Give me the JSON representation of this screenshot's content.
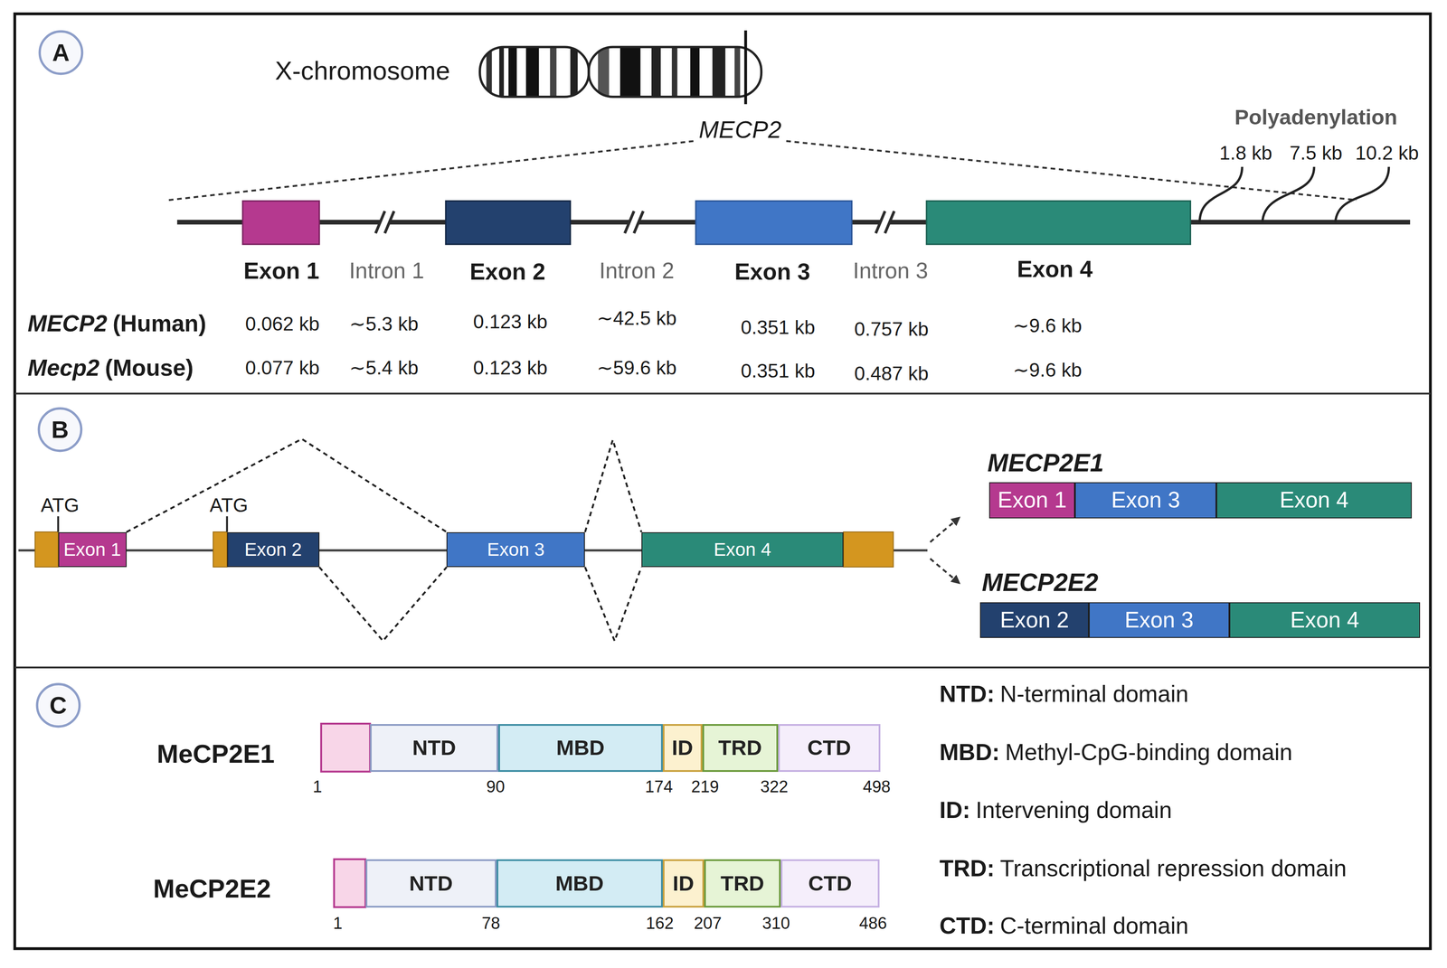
{
  "diagram": {
    "nodes": [
      {
        "text": [
          "A"
        ]
      },
      {
        "text": [
          "B"
        ]
      },
      {
        "text": [
          "Exon 1"
        ]
      },
      {
        "text": [
          "Exon 2"
        ]
      },
      {
        "text": [
          "Exon 3"
        ]
      },
      {
        "text": [
          "Exon 4"
        ]
      },
      {
        "text": [
          "Exon 1"
        ]
      },
      {
        "text": [
          "Exon 3"
        ]
      },
      {
        "text": [
          "Exon 4"
        ]
      },
      {
        "text": [
          "Exon 2"
        ]
      },
      {
        "text": [
          "Exon 3"
        ]
      },
      {
        "text": [
          "Exon 4"
        ]
      },
      {
        "text": [
          "C"
        ]
      },
      {
        "text": [
          "NTD"
        ]
      },
      {
        "text": [
          "MBD"
        ]
      },
      {
        "text": [
          "ID"
        ]
      },
      {
        "text": [
          "TRD"
        ]
      },
      {
        "text": [
          "CTD"
        ]
      },
      {
        "text": [
          "NTD"
        ]
      },
      {
        "text": [
          "MBD"
        ]
      },
      {
        "text": [
          "ID"
        ]
      },
      {
        "text": [
          "TRD"
        ]
      },
      {
        "text": [
          "CTD"
        ]
      }
    ],
    "edges": [
      {
        "from": 2,
        "to": 4,
        "arrow": "none"
      },
      {
        "from": 3,
        "to": 4,
        "arrow": "none"
      },
      {
        "from": 4,
        "to": 5,
        "arrow": "none"
      },
      {
        "from": 4,
        "to": 5,
        "arrow": "none"
      }
    ],
    "labels": [
      "X-chromosome",
      "MECP2",
      "Polyadenylation",
      "1.8 kb",
      "7.5 kb",
      "10.2 kb",
      "Exon 1",
      "Intron 1",
      "Exon 2",
      "Intron 2",
      "Exon 3",
      "Intron 3",
      "Exon 4",
      "MECP2",
      "(Human)",
      "0.062 kb",
      "∼5.3 kb",
      "0.123 kb",
      "∼42.5 kb",
      "0.351 kb",
      "0.757 kb",
      "∼9.6 kb",
      "Mecp2",
      "(Mouse)",
      "0.077 kb",
      "∼5.4 kb",
      "0.123 kb",
      "∼59.6 kb",
      "0.351 kb",
      "0.487 kb",
      "∼9.6 kb",
      "ATG",
      "ATG",
      "MECP2E1",
      "MECP2E2",
      "MeCP2E1",
      "1",
      "90",
      "174",
      "219",
      "322",
      "498",
      "MeCP2E2",
      "1",
      "78",
      "162",
      "207",
      "310",
      "486",
      "NTD:",
      "N-terminal domain",
      "MBD:",
      "Methyl-CpG-binding domain",
      "ID:",
      "Intervening domain",
      "TRD:",
      "Transcriptional repression domain",
      "CTD:",
      "C-terminal domain"
    ]
  }
}
